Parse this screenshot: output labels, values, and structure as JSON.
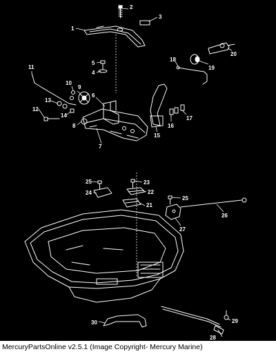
{
  "footer": {
    "caption": "MercuryPartsOnline v2.5.1 (Image Copyright- Mercury Marine)"
  },
  "callouts": [
    "1",
    "2",
    "3",
    "4",
    "5",
    "6",
    "7",
    "8",
    "9",
    "10",
    "11",
    "12",
    "13",
    "14",
    "15",
    "16",
    "17",
    "18",
    "19",
    "20",
    "21",
    "22",
    "23",
    "24",
    "25",
    "25",
    "26",
    "27",
    "28",
    "29",
    "30"
  ],
  "colors": {
    "background": "#000000",
    "line_art": "#ffffff",
    "footer_bg": "#ffffff",
    "footer_text": "#000000"
  }
}
